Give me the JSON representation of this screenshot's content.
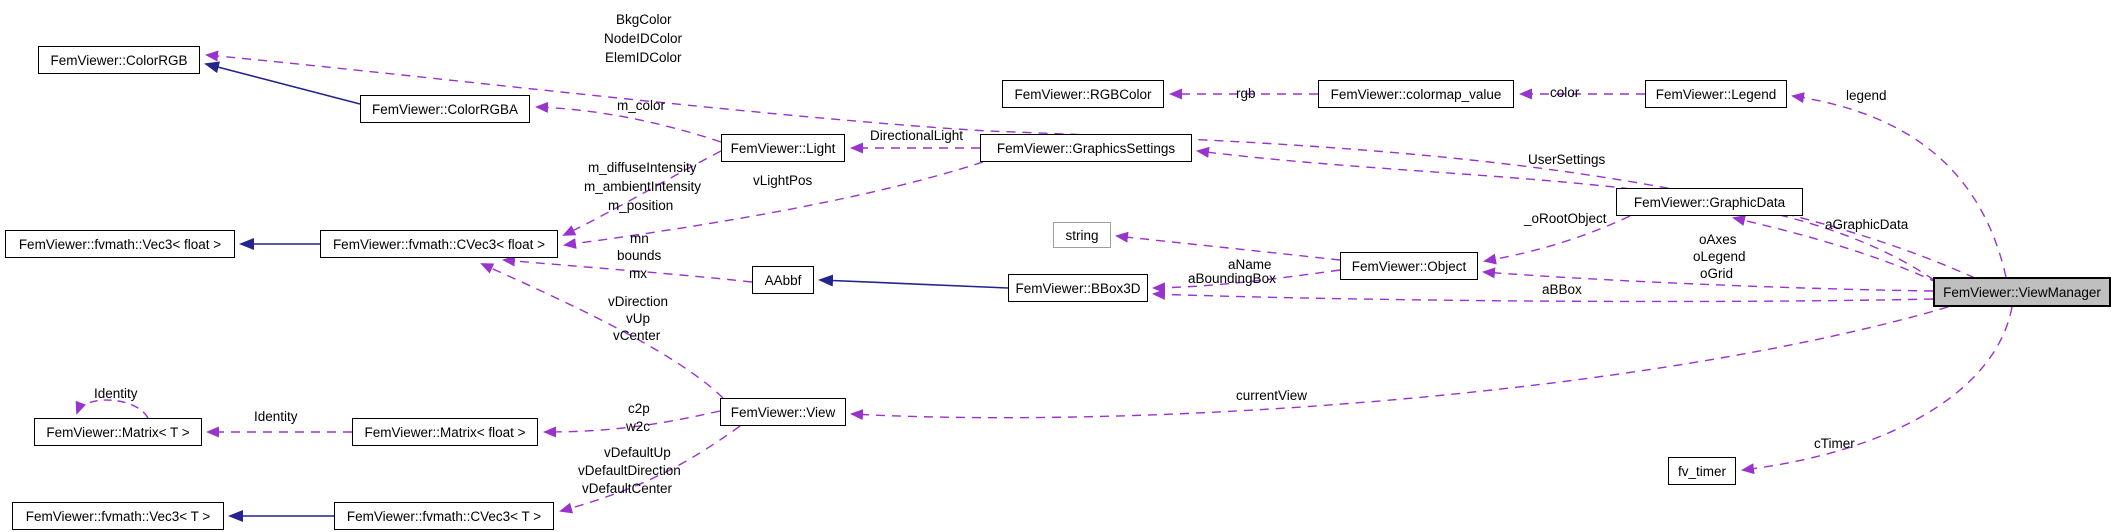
{
  "diagram": {
    "kind": "collaboration-graph",
    "highlighted_node": "FemViewer::ViewManager",
    "colors": {
      "usage_edge": "#9a32cd",
      "inheritance_edge": "#24248f",
      "node_fill": "#ffffff",
      "node_border": "#000000",
      "highlight_fill": "#bfbfbf",
      "external_node_border": "#9f9f9f"
    },
    "nodes": {
      "color_rgb": {
        "label": "FemViewer::ColorRGB"
      },
      "color_rgba": {
        "label": "FemViewer::ColorRGBA"
      },
      "light": {
        "label": "FemViewer::Light"
      },
      "graphics_settings": {
        "label": "FemViewer::GraphicsSettings"
      },
      "rgb_color": {
        "label": "FemViewer::RGBColor"
      },
      "colormap_value": {
        "label": "FemViewer::colormap_value"
      },
      "legend": {
        "label": "FemViewer::Legend"
      },
      "graphic_data": {
        "label": "FemViewer::GraphicData"
      },
      "str": {
        "label": "string"
      },
      "object": {
        "label": "FemViewer::Object"
      },
      "aabbf": {
        "label": "AAbbf"
      },
      "bbox3d": {
        "label": "FemViewer::BBox3D"
      },
      "view_manager": {
        "label": "FemViewer::ViewManager"
      },
      "view": {
        "label": "FemViewer::View"
      },
      "matrix_t": {
        "label": "FemViewer::Matrix< T >"
      },
      "matrix_float": {
        "label": "FemViewer::Matrix< float >"
      },
      "vec3_t": {
        "label": "FemViewer::fvmath::Vec3< T >"
      },
      "cvec3_t": {
        "label": "FemViewer::fvmath::CVec3< T >"
      },
      "vec3_float": {
        "label": "FemViewer::fvmath::Vec3< float >"
      },
      "cvec3_float": {
        "label": "FemViewer::fvmath::CVec3< float >"
      },
      "fv_timer": {
        "label": "fv_timer"
      }
    },
    "labels": {
      "bkg_color": "BkgColor",
      "node_id_color": "NodeIDColor",
      "elem_id_color": "ElemIDColor",
      "m_color": "m_color",
      "m_diffuse_intensity": "m_diffuseIntensity",
      "m_ambient_intensity": "m_ambientIntensity",
      "m_position": "m_position",
      "directional_light": "DirectionalLight",
      "v_light_pos": "vLightPos",
      "mn": "mn",
      "bounds": "bounds",
      "mx": "mx",
      "rgb": "rgb",
      "color": "color",
      "legend_label": "legend",
      "user_settings": "UserSettings",
      "o_root_object": "_oRootObject",
      "o_axes": "oAxes",
      "o_legend": "oLegend",
      "o_grid": "oGrid",
      "a_graphic_data": "aGraphicData",
      "a_name": "aName",
      "a_bounding_box": "aBoundingBox",
      "a_bbox": "aBBox",
      "current_view": "currentView",
      "c_timer": "cTimer",
      "identity_self": "Identity",
      "identity": "Identity",
      "c2p": "c2p",
      "w2c": "w2c",
      "v_default_up": "vDefaultUp",
      "v_default_direction": "vDefaultDirection",
      "v_default_center": "vDefaultCenter",
      "v_direction": "vDirection",
      "v_up": "vUp",
      "v_center": "vCenter"
    },
    "edges": [
      {
        "from": "FemViewer::ColorRGBA",
        "to": "FemViewer::ColorRGB",
        "style": "inheritance"
      },
      {
        "from": "FemViewer::fvmath::CVec3< float >",
        "to": "FemViewer::fvmath::Vec3< float >",
        "style": "inheritance"
      },
      {
        "from": "FemViewer::fvmath::CVec3< T >",
        "to": "FemViewer::fvmath::Vec3< T >",
        "style": "inheritance"
      },
      {
        "from": "FemViewer::BBox3D",
        "to": "AAbbf",
        "style": "inheritance"
      },
      {
        "from": "FemViewer::ViewManager",
        "to": "FemViewer::ColorRGB",
        "label": "BkgColor NodeIDColor ElemIDColor",
        "style": "usage"
      },
      {
        "from": "FemViewer::Light",
        "to": "FemViewer::ColorRGBA",
        "label": "m_color",
        "style": "usage"
      },
      {
        "from": "FemViewer::Light",
        "to": "FemViewer::fvmath::CVec3< float >",
        "label": "m_diffuseIntensity m_ambientIntensity m_position",
        "style": "usage"
      },
      {
        "from": "FemViewer::GraphicsSettings",
        "to": "FemViewer::Light",
        "label": "DirectionalLight",
        "style": "usage"
      },
      {
        "from": "FemViewer::GraphicsSettings",
        "to": "FemViewer::fvmath::CVec3< float >",
        "label": "vLightPos",
        "style": "usage"
      },
      {
        "from": "FemViewer::ViewManager",
        "to": "FemViewer::GraphicsSettings",
        "label": "UserSettings",
        "style": "usage"
      },
      {
        "from": "FemViewer::colormap_value",
        "to": "FemViewer::RGBColor",
        "label": "rgb",
        "style": "usage"
      },
      {
        "from": "FemViewer::Legend",
        "to": "FemViewer::colormap_value",
        "label": "color",
        "style": "usage"
      },
      {
        "from": "FemViewer::ViewManager",
        "to": "FemViewer::Legend",
        "label": "legend",
        "style": "usage"
      },
      {
        "from": "FemViewer::ViewManager",
        "to": "FemViewer::GraphicData",
        "label": "aGraphicData",
        "style": "usage"
      },
      {
        "from": "FemViewer::GraphicData",
        "to": "FemViewer::Object",
        "label": "_oRootObject",
        "style": "usage"
      },
      {
        "from": "FemViewer::ViewManager",
        "to": "FemViewer::Object",
        "label": "oAxes oLegend oGrid",
        "style": "usage"
      },
      {
        "from": "FemViewer::Object",
        "to": "string",
        "label": "aName",
        "style": "usage"
      },
      {
        "from": "FemViewer::Object",
        "to": "FemViewer::BBox3D",
        "label": "aBoundingBox",
        "style": "usage"
      },
      {
        "from": "FemViewer::ViewManager",
        "to": "FemViewer::BBox3D",
        "label": "aBBox",
        "style": "usage"
      },
      {
        "from": "AAbbf",
        "to": "FemViewer::fvmath::CVec3< float >",
        "label": "mn bounds mx",
        "style": "usage"
      },
      {
        "from": "FemViewer::View",
        "to": "FemViewer::fvmath::CVec3< float >",
        "label": "vDirection vUp vCenter",
        "style": "usage"
      },
      {
        "from": "FemViewer::View",
        "to": "FemViewer::Matrix< float >",
        "label": "c2p w2c",
        "style": "usage"
      },
      {
        "from": "FemViewer::View",
        "to": "FemViewer::fvmath::CVec3< T >",
        "label": "vDefaultUp vDefaultDirection vDefaultCenter",
        "style": "usage"
      },
      {
        "from": "FemViewer::ViewManager",
        "to": "FemViewer::View",
        "label": "currentView",
        "style": "usage"
      },
      {
        "from": "FemViewer::ViewManager",
        "to": "fv_timer",
        "label": "cTimer",
        "style": "usage"
      },
      {
        "from": "FemViewer::Matrix< float >",
        "to": "FemViewer::Matrix< T >",
        "label": "Identity",
        "style": "usage"
      },
      {
        "from": "FemViewer::Matrix< T >",
        "to": "FemViewer::Matrix< T >",
        "label": "Identity",
        "style": "usage-self"
      }
    ]
  }
}
